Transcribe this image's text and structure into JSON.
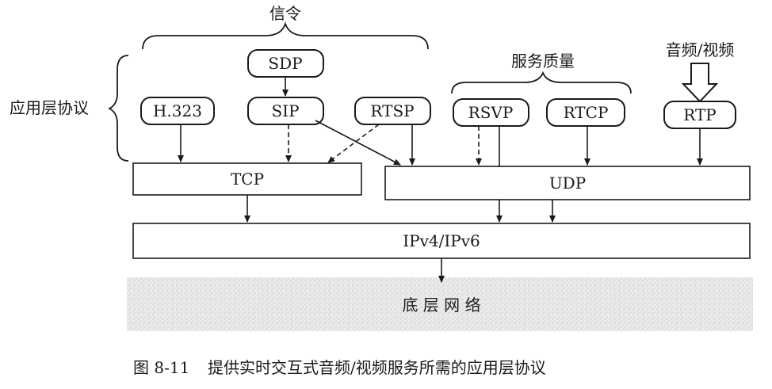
{
  "labels": {
    "signaling": "信令",
    "qos": "服务质量",
    "audio_video": "音频/视频",
    "app_layer": "应用层协议",
    "underlying_network": "底 层 网 络"
  },
  "protocols": {
    "sdp": "SDP",
    "h323": "H.323",
    "sip": "SIP",
    "rtsp": "RTSP",
    "rsvp": "RSVP",
    "rtcp": "RTCP",
    "rtp": "RTP"
  },
  "transport": {
    "tcp": "TCP",
    "udp": "UDP",
    "ip": "IPv4/IPv6"
  },
  "caption": {
    "number": "图 8-11",
    "text": "提供实时交互式音频/视频服务所需的应用层协议"
  }
}
